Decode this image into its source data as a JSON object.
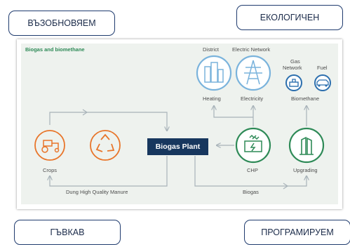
{
  "tags": {
    "top_left": "ВЪЗОБНОВЯЕМ",
    "top_right": "ЕКОЛОГИЧЕН",
    "bottom_left": "ГЪВКАВ",
    "bottom_right": "ПРОГРАМИРУЕМ"
  },
  "diagram": {
    "title": "Biogas and biomethane",
    "plant": "Biogas Plant",
    "labels": {
      "district": "District",
      "electric_network": "Electric Network",
      "gas": "Gas",
      "network": "Network",
      "fuel": "Fuel",
      "heating": "Heating",
      "electricity": "Electricity",
      "biomethane": "Biomethane",
      "crops": "Crops",
      "chp": "CHP",
      "upgrading": "Upgrading",
      "manure": "Dung High Quality Manure",
      "biogas": "Biogas"
    }
  },
  "colors": {
    "orange": "#e8752a",
    "green": "#2e8a57",
    "blue_light": "#7ab3dc",
    "blue_dark": "#2c6fae",
    "navy": "#17375e",
    "arrow": "#a8b3b9"
  }
}
